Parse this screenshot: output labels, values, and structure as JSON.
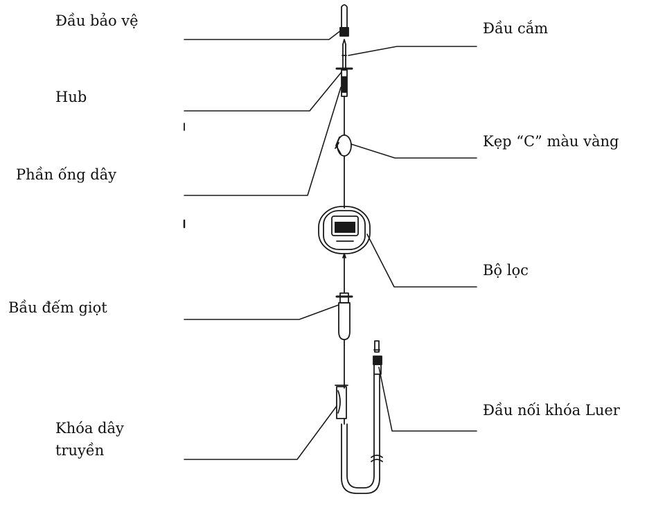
{
  "labels": {
    "protective_cap": "Đầu bảo vệ",
    "spike": "Đầu cắm",
    "hub": "Hub",
    "c_clamp": "Kẹp “C” màu vàng",
    "tubing": "Phần ống dây",
    "filter": "Bộ lọc",
    "drip_chamber": "Bầu đếm giọt",
    "luer_lock": "Đầu nối khóa Luer",
    "roller_clamp_line1": "Khóa dây",
    "roller_clamp_line2": "truyền"
  },
  "colors": {
    "line": "#1a1a1a",
    "text": "#111111"
  }
}
